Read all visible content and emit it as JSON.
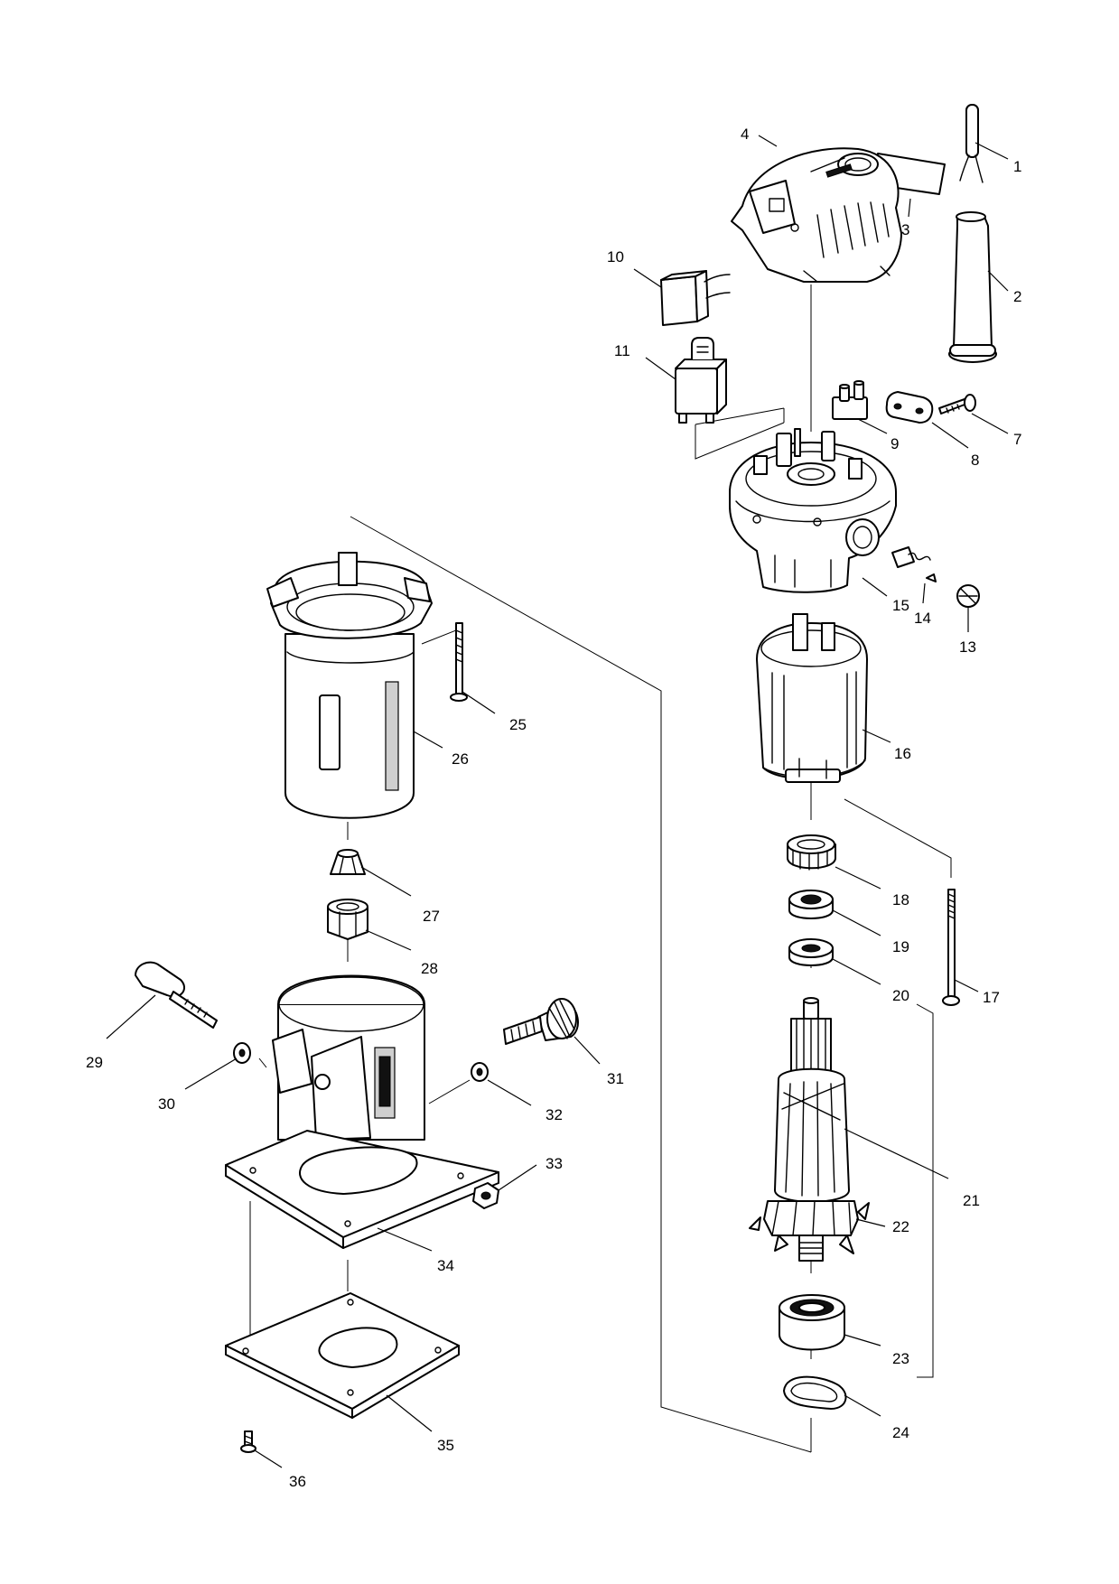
{
  "callouts": [
    {
      "num": "1"
    },
    {
      "num": "2"
    },
    {
      "num": "3"
    },
    {
      "num": "4"
    },
    {
      "num": "7"
    },
    {
      "num": "8"
    },
    {
      "num": "9"
    },
    {
      "num": "10"
    },
    {
      "num": "11"
    },
    {
      "num": "13"
    },
    {
      "num": "14"
    },
    {
      "num": "15"
    },
    {
      "num": "16"
    },
    {
      "num": "17"
    },
    {
      "num": "18"
    },
    {
      "num": "19"
    },
    {
      "num": "20"
    },
    {
      "num": "21"
    },
    {
      "num": "22"
    },
    {
      "num": "23"
    },
    {
      "num": "24"
    },
    {
      "num": "25"
    },
    {
      "num": "26"
    },
    {
      "num": "27"
    },
    {
      "num": "28"
    },
    {
      "num": "29"
    },
    {
      "num": "30"
    },
    {
      "num": "31"
    },
    {
      "num": "32"
    },
    {
      "num": "33"
    },
    {
      "num": "34"
    },
    {
      "num": "35"
    },
    {
      "num": "36"
    }
  ]
}
